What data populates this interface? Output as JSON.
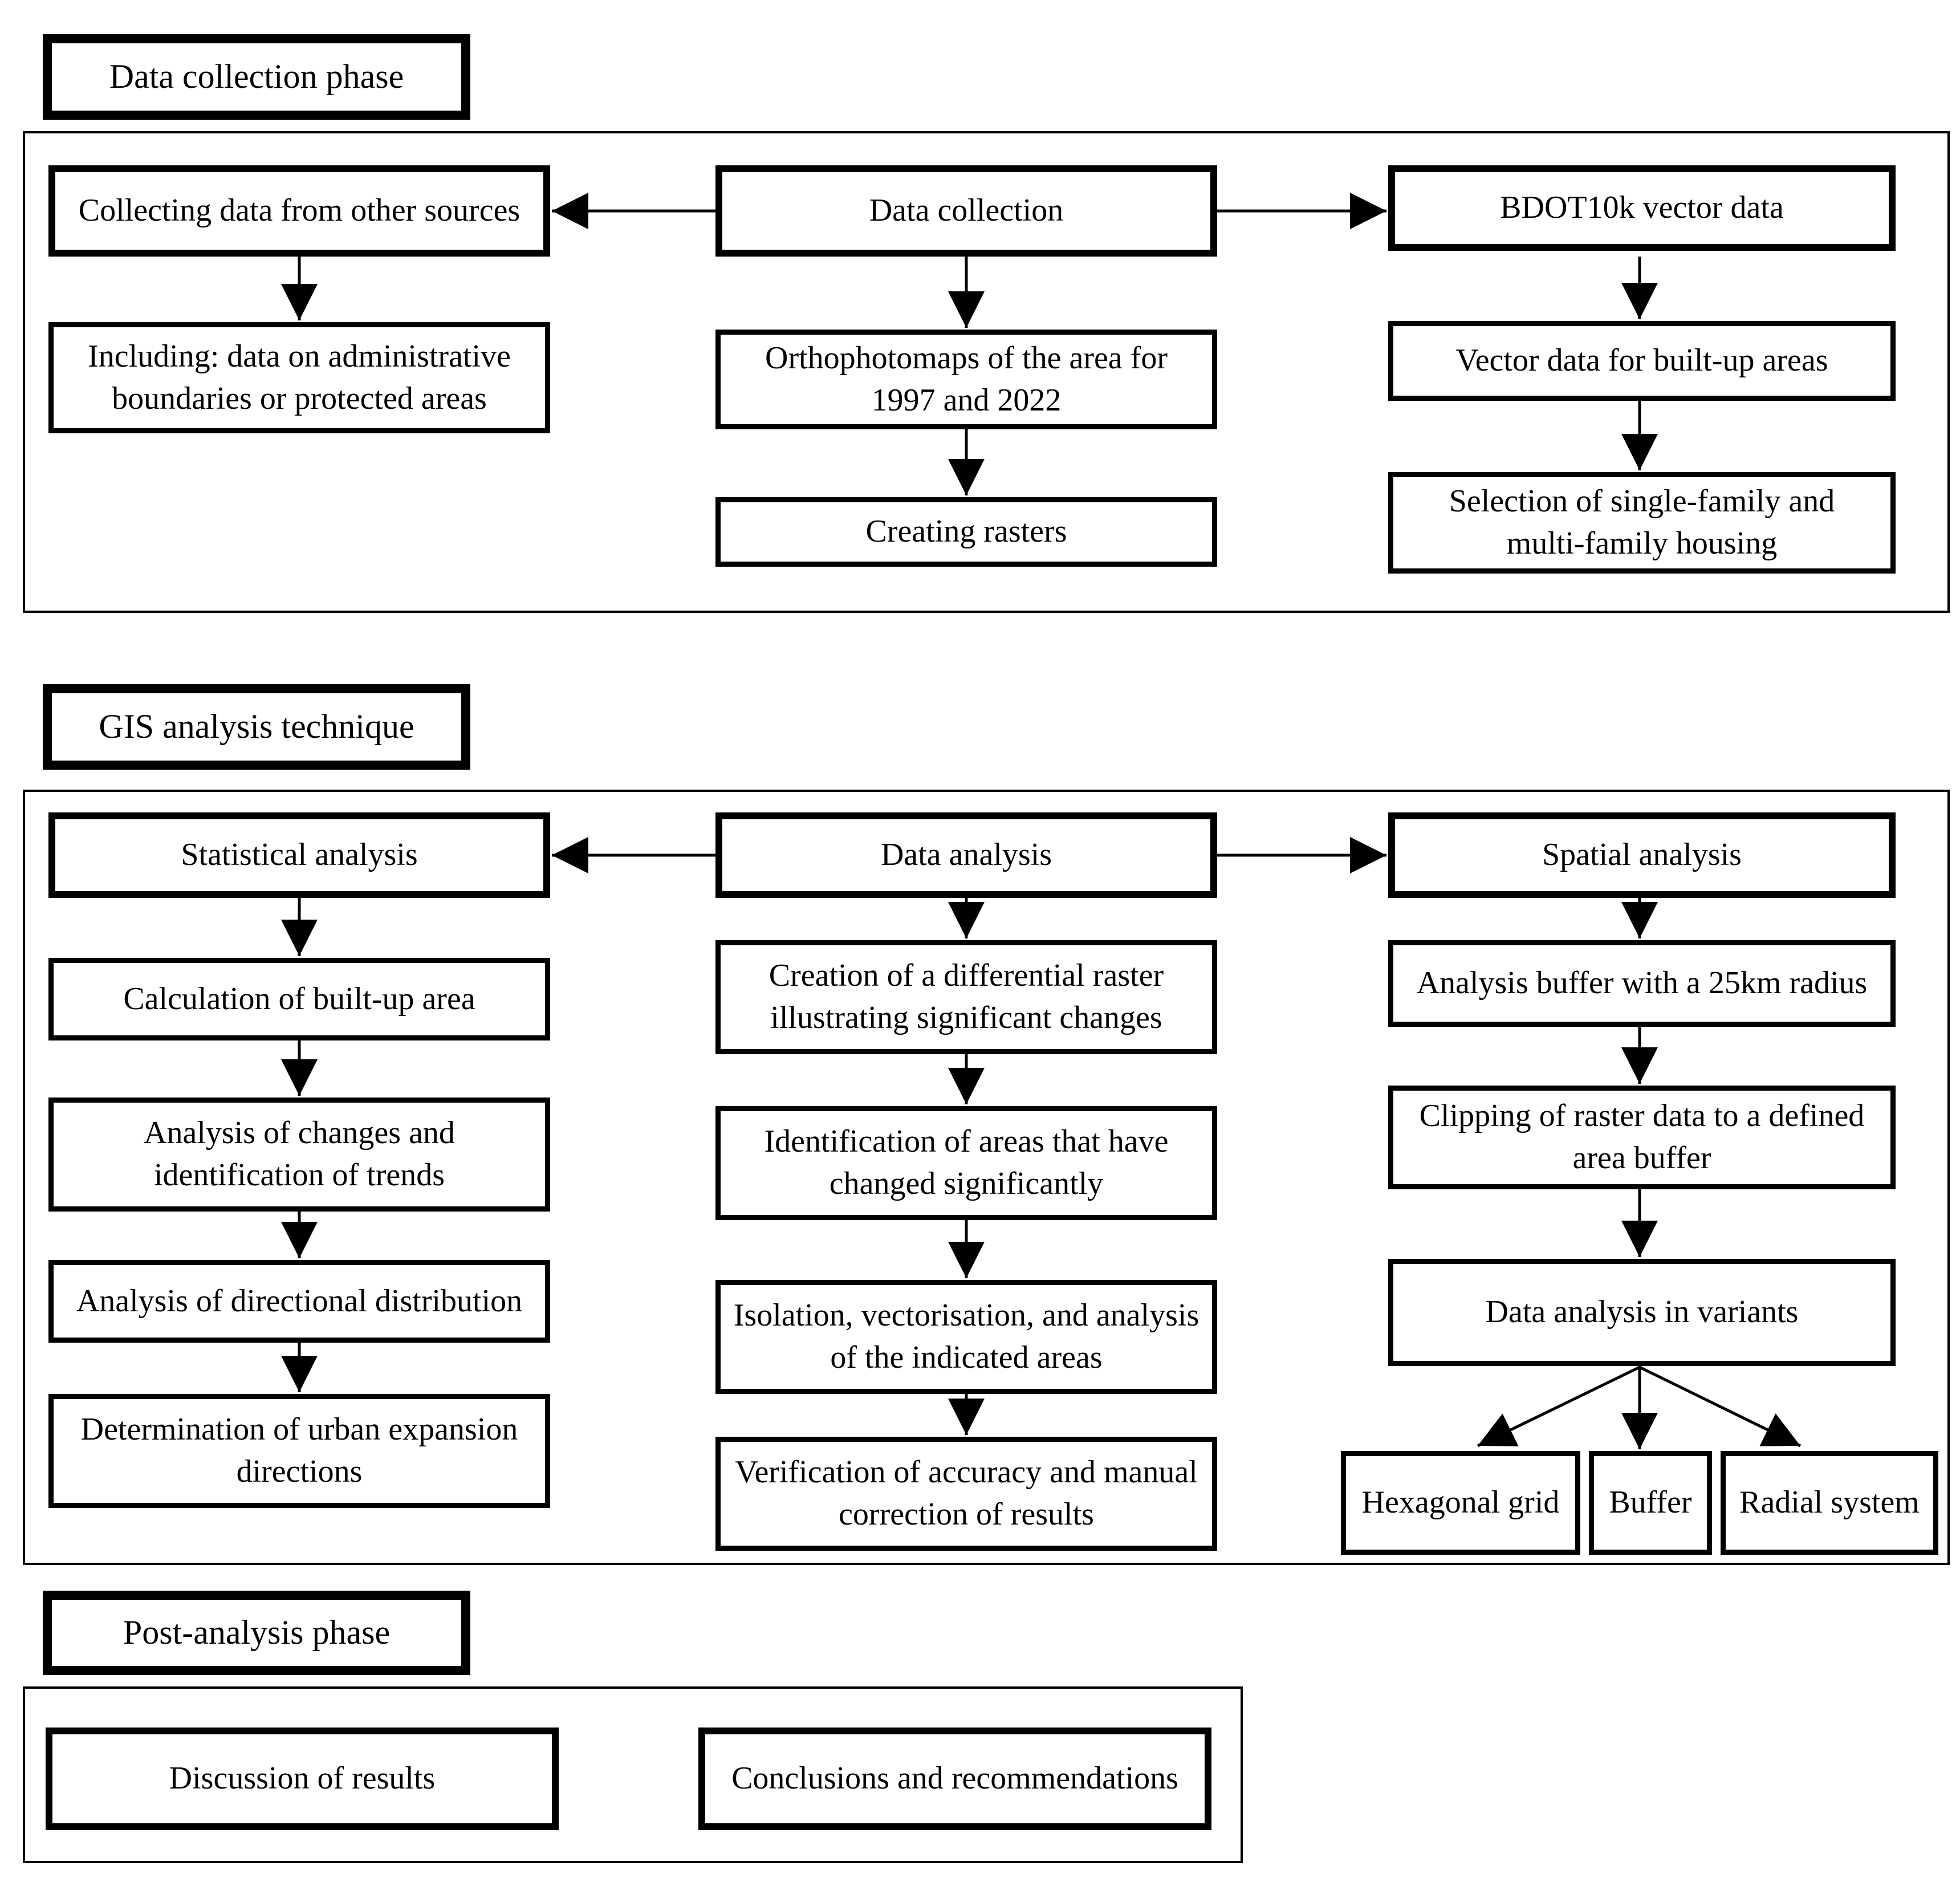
{
  "diagram_type": "flowchart",
  "colors": {
    "ink": "#000000",
    "paper": "#ffffff"
  },
  "phase1": {
    "header": "Data collection phase",
    "col_left": {
      "box1": "Collecting data from other sources",
      "box2": "Including: data on administrative\nboundaries or protected areas"
    },
    "col_mid": {
      "box1": "Data collection",
      "box2": "Orthophotomaps of the area for\n1997 and 2022",
      "box3": "Creating rasters"
    },
    "col_right": {
      "box1": "BDOT10k vector data",
      "box2": "Vector data for built-up areas",
      "box3": "Selection of single-family and\nmulti-family housing"
    }
  },
  "phase2": {
    "header": "GIS analysis technique",
    "col_left": {
      "box1": "Statistical analysis",
      "box2": "Calculation of built-up area",
      "box3": "Analysis of changes and\nidentification of trends",
      "box4": "Analysis of directional distribution",
      "box5": "Determination of urban expansion\ndirections"
    },
    "col_mid": {
      "box1": "Data analysis",
      "box2": "Creation of a differential raster\nillustrating significant changes",
      "box3": "Identification of areas that have\nchanged significantly",
      "box4": "Isolation, vectorisation, and analysis\nof the indicated areas",
      "box5": "Verification of accuracy and manual\ncorrection of results"
    },
    "col_right": {
      "box1": "Spatial analysis",
      "box2": "Analysis buffer with a 25km radius",
      "box3": "Clipping of raster data to a defined\narea buffer",
      "box4": "Data analysis in variants",
      "variants": {
        "box1": "Hexagonal grid",
        "box2": "Buffer",
        "box3": "Radial system"
      }
    }
  },
  "phase3": {
    "header": "Post-analysis phase",
    "box1": "Discussion of results",
    "box2": "Conclusions and recommendations"
  }
}
